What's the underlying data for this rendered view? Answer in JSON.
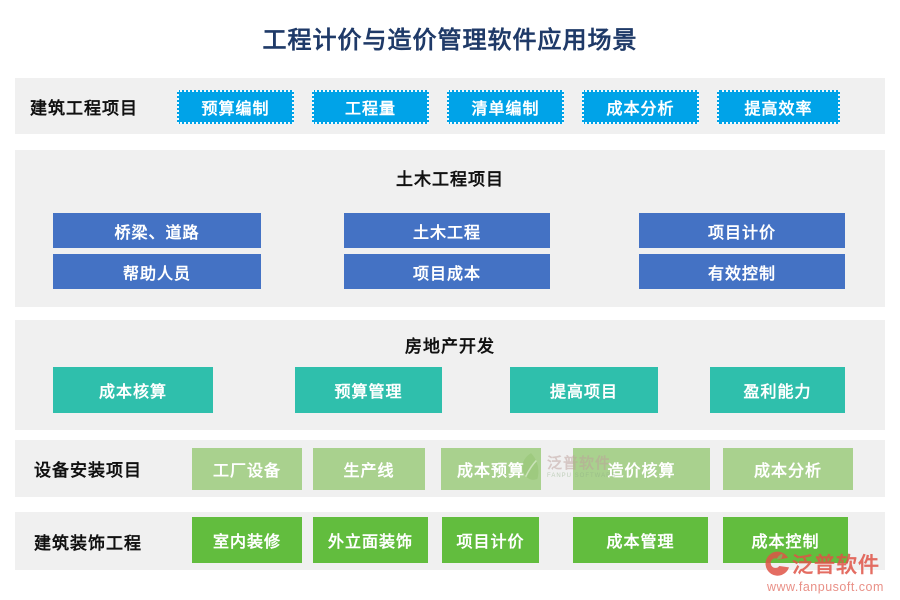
{
  "title": "工程计价与造价管理软件应用场景",
  "colors": {
    "title_text": "#1f3a68",
    "band_background": "#f0f0f0",
    "cyan_button": "#00a3e8",
    "blue_button": "#4472c4",
    "teal_button": "#2fbfac",
    "light_green_button": "#a9d18e",
    "green_button": "#62bd3e",
    "watermark_red": "#df5346"
  },
  "sections": {
    "building": {
      "label": "建筑工程项目",
      "items": [
        "预算编制",
        "工程量",
        "清单编制",
        "成本分析",
        "提高效率"
      ]
    },
    "civil": {
      "header": "土木工程项目",
      "row1": [
        "桥梁、道路",
        "土木工程",
        "项目计价"
      ],
      "row2": [
        "帮助人员",
        "项目成本",
        "有效控制"
      ]
    },
    "realestate": {
      "header": "房地产开发",
      "items": [
        "成本核算",
        "预算管理",
        "提高项目",
        "盈利能力"
      ]
    },
    "equipment": {
      "label": "设备安装项目",
      "items": [
        "工厂设备",
        "生产线",
        "成本预算",
        "造价核算",
        "成本分析"
      ]
    },
    "decoration": {
      "label": "建筑装饰工程",
      "items": [
        "室内装修",
        "外立面装饰",
        "项目计价",
        "成本管理",
        "成本控制"
      ]
    }
  },
  "watermark_center": {
    "brand": "泛普软件",
    "subtitle": "FANPU SOFTWARE"
  },
  "watermark_corner": {
    "brand": "泛普软件",
    "url": "www.fanpusoft.com"
  }
}
